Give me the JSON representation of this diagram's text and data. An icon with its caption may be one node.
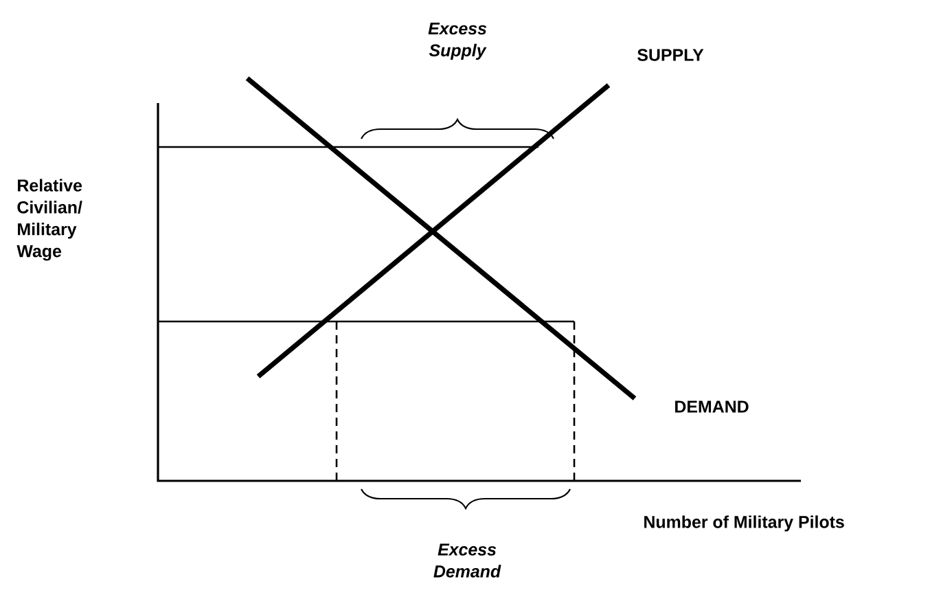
{
  "diagram": {
    "labels": [
      "Excess Supply",
      "SUPPLY",
      "Relative Civilian/ Military Wage",
      "DEMAND",
      "Number of Military Pilots",
      "Excess Demand"
    ]
  }
}
